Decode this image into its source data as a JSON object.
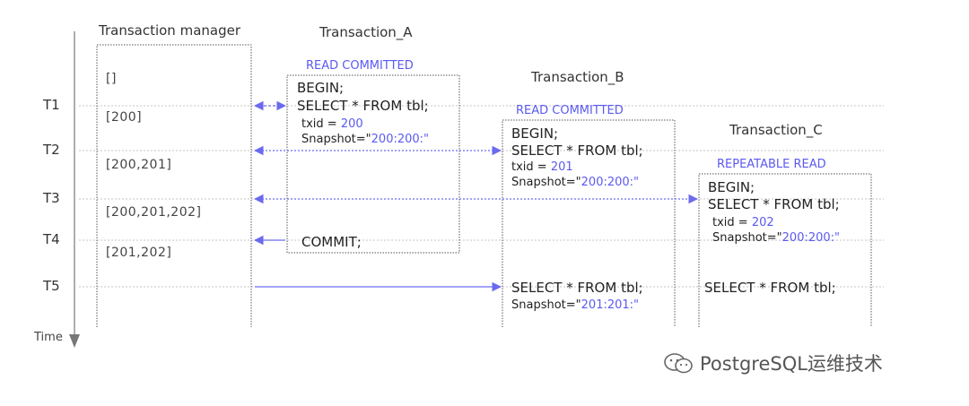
{
  "columns": {
    "manager": "Transaction manager",
    "a": "Transaction_A",
    "b": "Transaction_B",
    "c": "Transaction_C"
  },
  "isolation": {
    "a": "READ COMMITTED",
    "b": "READ COMMITTED",
    "c": "REPEATABLE READ"
  },
  "time_points": [
    "T1",
    "T2",
    "T3",
    "T4",
    "T5"
  ],
  "axis_label": "Time",
  "manager_states": [
    "[]",
    "[200]",
    "[200,201]",
    "[200,201,202]",
    "[201,202]"
  ],
  "txn_a": {
    "begin": "BEGIN;",
    "select": "SELECT * FROM tbl;",
    "txid_label": "txid = ",
    "txid": "200",
    "snapshot_label": "Snapshot=\"",
    "snapshot": "200:200:\"",
    "commit": "COMMIT;"
  },
  "txn_b": {
    "begin": "BEGIN;",
    "select": "SELECT * FROM tbl;",
    "txid_label": "txid = ",
    "txid": "201",
    "snapshot_label": "Snapshot=\"",
    "snapshot": "200:200:\"",
    "select2": "SELECT * FROM tbl;",
    "snapshot2_label": "Snapshot=\"",
    "snapshot2": "201:201:\""
  },
  "txn_c": {
    "begin": "BEGIN;",
    "select": "SELECT * FROM tbl;",
    "txid_label": "txid = ",
    "txid": "202",
    "snapshot_label": "Snapshot=\"",
    "snapshot": "200:200:\"",
    "select2": "SELECT * FROM tbl;"
  },
  "watermark": "PostgreSQL运维技术",
  "colors": {
    "accent": "#5a5af0",
    "dotted": "#b8b8b8",
    "box": "#555555"
  }
}
